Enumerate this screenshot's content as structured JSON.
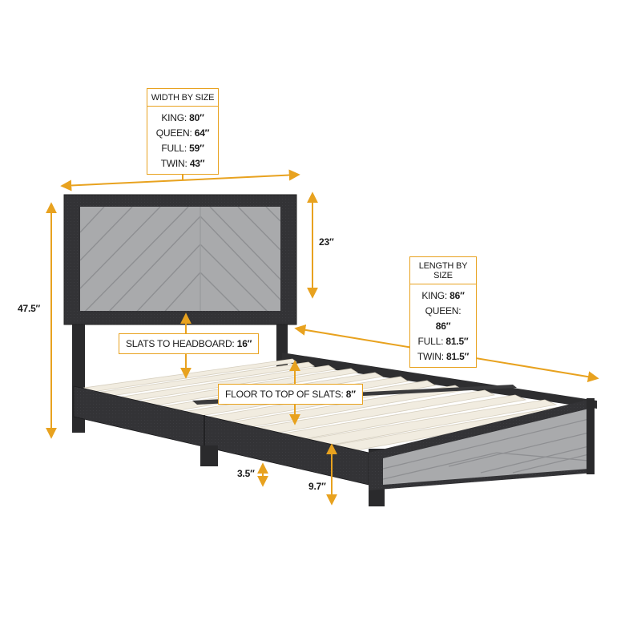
{
  "width_box": {
    "title": "WIDTH BY SIZE",
    "rows": [
      {
        "size": "KING:",
        "value": "80″"
      },
      {
        "size": "QUEEN:",
        "value": "64″"
      },
      {
        "size": "FULL:",
        "value": "59″"
      },
      {
        "size": "TWIN:",
        "value": "43″"
      }
    ]
  },
  "length_box": {
    "title": "LENGTH BY SIZE",
    "rows": [
      {
        "size": "KING:",
        "value": "86″"
      },
      {
        "size": "QUEEN:",
        "value": "86″"
      },
      {
        "size": "FULL:",
        "value": "81.5″"
      },
      {
        "size": "TWIN:",
        "value": "81.5″"
      }
    ]
  },
  "dimensions": {
    "total_height": "47.5″",
    "headboard_height": "23″",
    "leg_height": "3.5″",
    "frame_height": "9.7″"
  },
  "callouts": {
    "slats_to_headboard": {
      "text": "SLATS TO HEADBOARD:",
      "value": "16″"
    },
    "floor_to_slats": {
      "text": "FLOOR TO TOP OF SLATS:",
      "value": "8″"
    }
  },
  "colors": {
    "accent": "#e8a21f",
    "frame": "#2f2f31",
    "fabric": "#a7a8aa",
    "slat": "#efe9dc"
  }
}
